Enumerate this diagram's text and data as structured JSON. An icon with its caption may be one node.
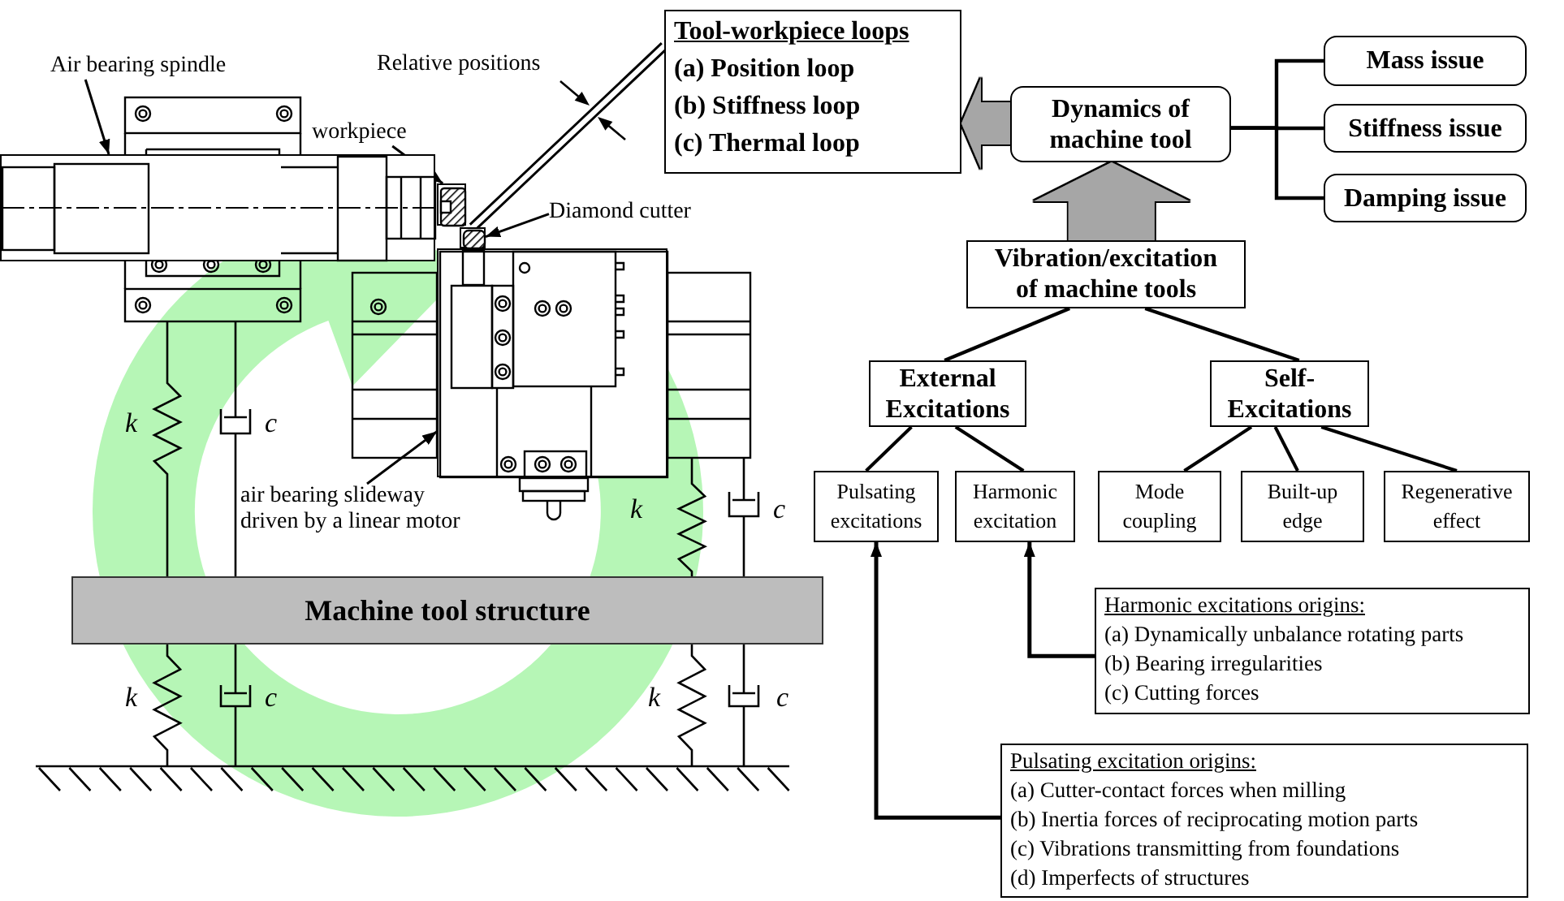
{
  "diagram": {
    "nodes": [
      {
        "text": [
          "Air bearing spindle"
        ]
      },
      {
        "text": [],
        "shape": "picture"
      },
      {
        "text": [
          "workpiece"
        ]
      },
      {
        "text": [],
        "shape": "picture"
      },
      {
        "text": [
          "Diamond cutter"
        ]
      },
      {
        "text": [],
        "shape": "picture"
      },
      {
        "text": [
          "air bearing slideway driven by a linear motor"
        ]
      },
      {
        "text": [],
        "shape": "picture"
      },
      {
        "text": [
          "Machine tool structure"
        ]
      },
      {
        "text": [
          "Tool-workpiece loops",
          "(a) Position loop",
          "(b) Stiffness loop",
          "(c) Thermal loop"
        ]
      },
      {
        "text": [
          "Dynamics of machine tool"
        ]
      },
      {
        "text": [
          "Mass issue"
        ]
      },
      {
        "text": [
          "Stiffness issue"
        ]
      },
      {
        "text": [
          "Damping issue"
        ]
      },
      {
        "text": [
          "Vibration/excitation of machine tools"
        ]
      },
      {
        "text": [
          "External Excitations"
        ]
      },
      {
        "text": [
          "Self- Excitations"
        ]
      },
      {
        "text": [
          "Pulsating excitations"
        ]
      },
      {
        "text": [
          "Harmonic excitation"
        ]
      },
      {
        "text": [
          "Mode coupling"
        ]
      },
      {
        "text": [
          "Built-up edge"
        ]
      },
      {
        "text": [
          "Regenerative effect"
        ]
      },
      {
        "text": [
          "Harmonic excitations origins:",
          "(a) Dynamically unbalance rotating parts",
          "(b) Bearing irregularities",
          "(c) Cutting forces"
        ]
      },
      {
        "text": [
          "Pulsating excitation origins:",
          "(a) Cutter-contact forces when milling",
          "(b) Inertia forces of reciprocating motion parts",
          "(c) Vibrations transmitting from foundations",
          "(d) Imperfects of structures"
        ]
      }
    ],
    "edges": [
      {
        "from": 0,
        "to": 1,
        "arrow": "to"
      },
      {
        "from": 2,
        "to": 3,
        "arrow": "to"
      },
      {
        "from": 4,
        "to": 5,
        "arrow": "to"
      },
      {
        "from": 6,
        "to": 7,
        "arrow": "to"
      },
      {
        "from": 9,
        "to": 5,
        "arrow": "none"
      },
      {
        "from": 10,
        "to": 9,
        "arrow": "to",
        "style": "thick",
        "color": "#a6a6a6"
      },
      {
        "from": 10,
        "to": 11,
        "arrow": "none"
      },
      {
        "from": 10,
        "to": 12,
        "arrow": "none"
      },
      {
        "from": 10,
        "to": 13,
        "arrow": "none"
      },
      {
        "from": 14,
        "to": 10,
        "arrow": "to",
        "style": "thick",
        "color": "#a6a6a6"
      },
      {
        "from": 14,
        "to": 15,
        "arrow": "none"
      },
      {
        "from": 14,
        "to": 16,
        "arrow": "none"
      },
      {
        "from": 15,
        "to": 17,
        "arrow": "none"
      },
      {
        "from": 15,
        "to": 18,
        "arrow": "none"
      },
      {
        "from": 16,
        "to": 19,
        "arrow": "none"
      },
      {
        "from": 16,
        "to": 20,
        "arrow": "none"
      },
      {
        "from": 16,
        "to": 21,
        "arrow": "none"
      },
      {
        "from": 22,
        "to": 18,
        "arrow": "to"
      },
      {
        "from": 23,
        "to": 17,
        "arrow": "to"
      }
    ],
    "labels": [
      "Relative positions",
      "k",
      "c",
      "k",
      "c",
      "k",
      "c",
      "k",
      "c"
    ]
  }
}
